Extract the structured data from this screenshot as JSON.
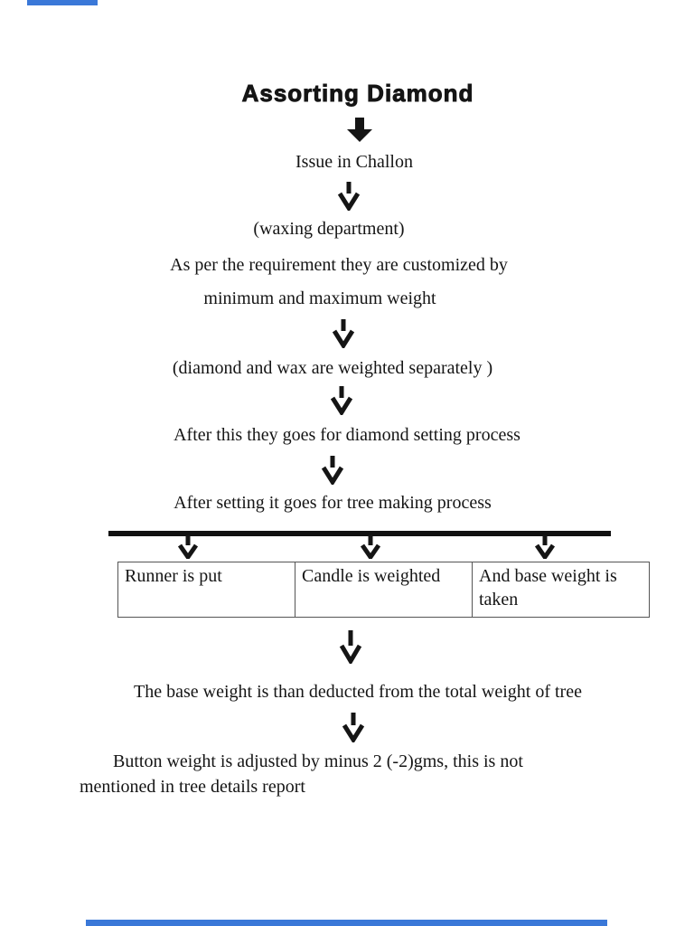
{
  "document": {
    "title": "Assorting Diamond",
    "flow": {
      "issue": "Issue in Challon",
      "waxing": "(waxing department)",
      "requirement_line1": "As per the requirement they are customized by",
      "requirement_line2": "minimum and maximum weight",
      "separate_weighing": "(diamond and wax are weighted separately )",
      "diamond_setting": "After this they goes for diamond setting process",
      "tree_making": "After setting it goes for tree making process",
      "branch_cells": [
        "Runner is put",
        "Candle is weighted",
        "And base weight is taken"
      ],
      "base_weight_deduction": "The base weight is than deducted from the total weight of tree",
      "button_adjustment_line1": "Button weight is adjusted by minus 2 (-2)gms, this is not",
      "button_adjustment_line2": "mentioned in tree details report"
    }
  },
  "colors": {
    "text": "#151515",
    "page_background": "#ffffff",
    "edge_bar_blue": "#3a78d8",
    "split_line": "#111111",
    "table_border": "#555555"
  }
}
